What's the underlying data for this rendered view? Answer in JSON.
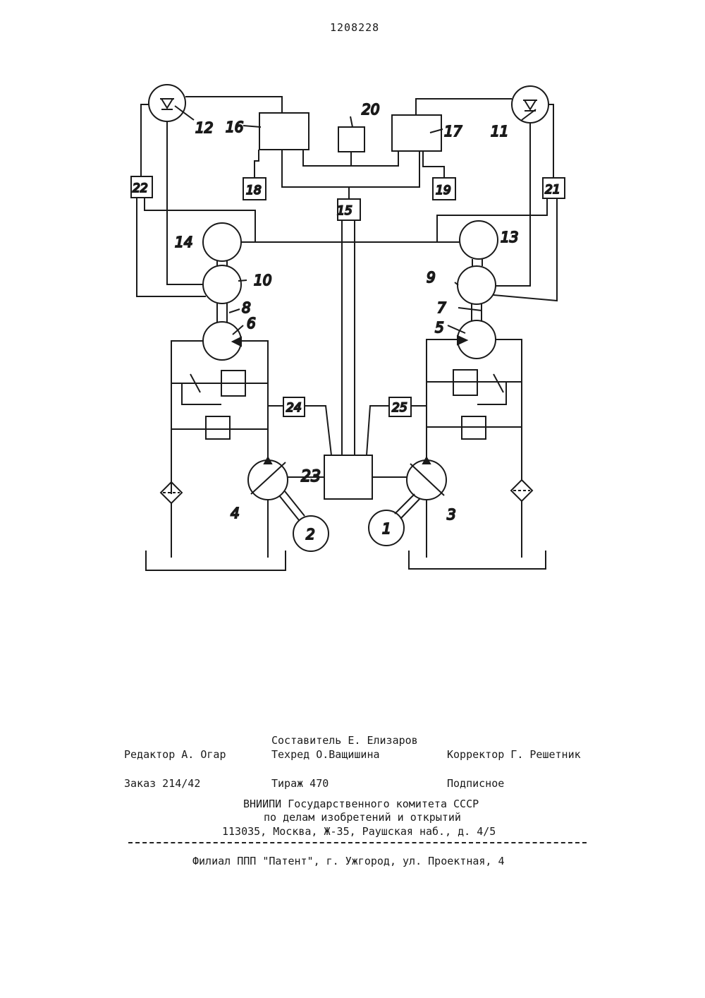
{
  "document": {
    "number": "1208228"
  },
  "diagram": {
    "labels": {
      "l1": "1",
      "l2": "2",
      "l3": "3",
      "l4": "4",
      "l5": "5",
      "l6": "6",
      "l7": "7",
      "l8": "8",
      "l9": "9",
      "l10": "10",
      "l11": "11",
      "l12": "12",
      "l13": "13",
      "l14": "14",
      "l15": "15",
      "l16": "16",
      "l17": "17",
      "l18": "18",
      "l19": "19",
      "l20": "20",
      "l21": "21",
      "l22": "22",
      "l23": "23",
      "l24": "24",
      "l25": "25"
    }
  },
  "imprint": {
    "compiler": "Составитель Е. Елизаров",
    "editor": "Редактор А. Огар",
    "techred": "Техред О.Ващишина",
    "corrector": "Корректор Г. Решетник",
    "order": "Заказ 214/42",
    "circulation": "Тираж 470",
    "subscription": "Подписное",
    "org_line1": "ВНИИПИ Государственного комитета СССР",
    "org_line2": "по делам изобретений и открытий",
    "org_address": "113035, Москва, Ж-35, Раушская наб., д. 4/5",
    "branch": "Филиал ППП \"Патент\", г. Ужгород, ул. Проектная, 4"
  }
}
